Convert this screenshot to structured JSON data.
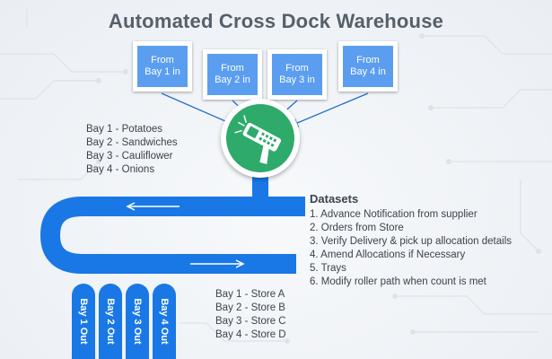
{
  "title": "Automated Cross Dock Warehouse",
  "inputs": [
    {
      "line1": "From",
      "line2": "Bay 1 in"
    },
    {
      "line1": "From",
      "line2": "Bay 2 in"
    },
    {
      "line1": "From",
      "line2": "Bay 3 in"
    },
    {
      "line1": "From",
      "line2": "Bay 4 in"
    }
  ],
  "bay_products": [
    "Bay 1 - Potatoes",
    "Bay 2 - Sandwiches",
    "Bay 3 - Cauliflower",
    "Bay 4 - Onions"
  ],
  "datasets": {
    "title": "Datasets",
    "items": [
      "1. Advance Notification from supplier",
      "2. Orders from Store",
      "3. Verify Delivery & pick up allocation details",
      "4. Amend Allocations if Necessary",
      "5. Trays",
      "6. Modify roller path when count is met"
    ]
  },
  "bay_stores": [
    "Bay 1 - Store A",
    "Bay 2 - Store B",
    "Bay 3 - Store C",
    "Bay 4 - Store D"
  ],
  "outputs": [
    "Bay 1 Out",
    "Bay 2 Out",
    "Bay 3 Out",
    "Bay 4 Out"
  ],
  "colors": {
    "conveyor": "#1978e5",
    "input_box": "#5b9ef0",
    "scanner": "#2eaa6a",
    "title": "#56606a",
    "text": "#3b434b"
  },
  "icons": {
    "scanner": "barcode-scanner-icon"
  }
}
